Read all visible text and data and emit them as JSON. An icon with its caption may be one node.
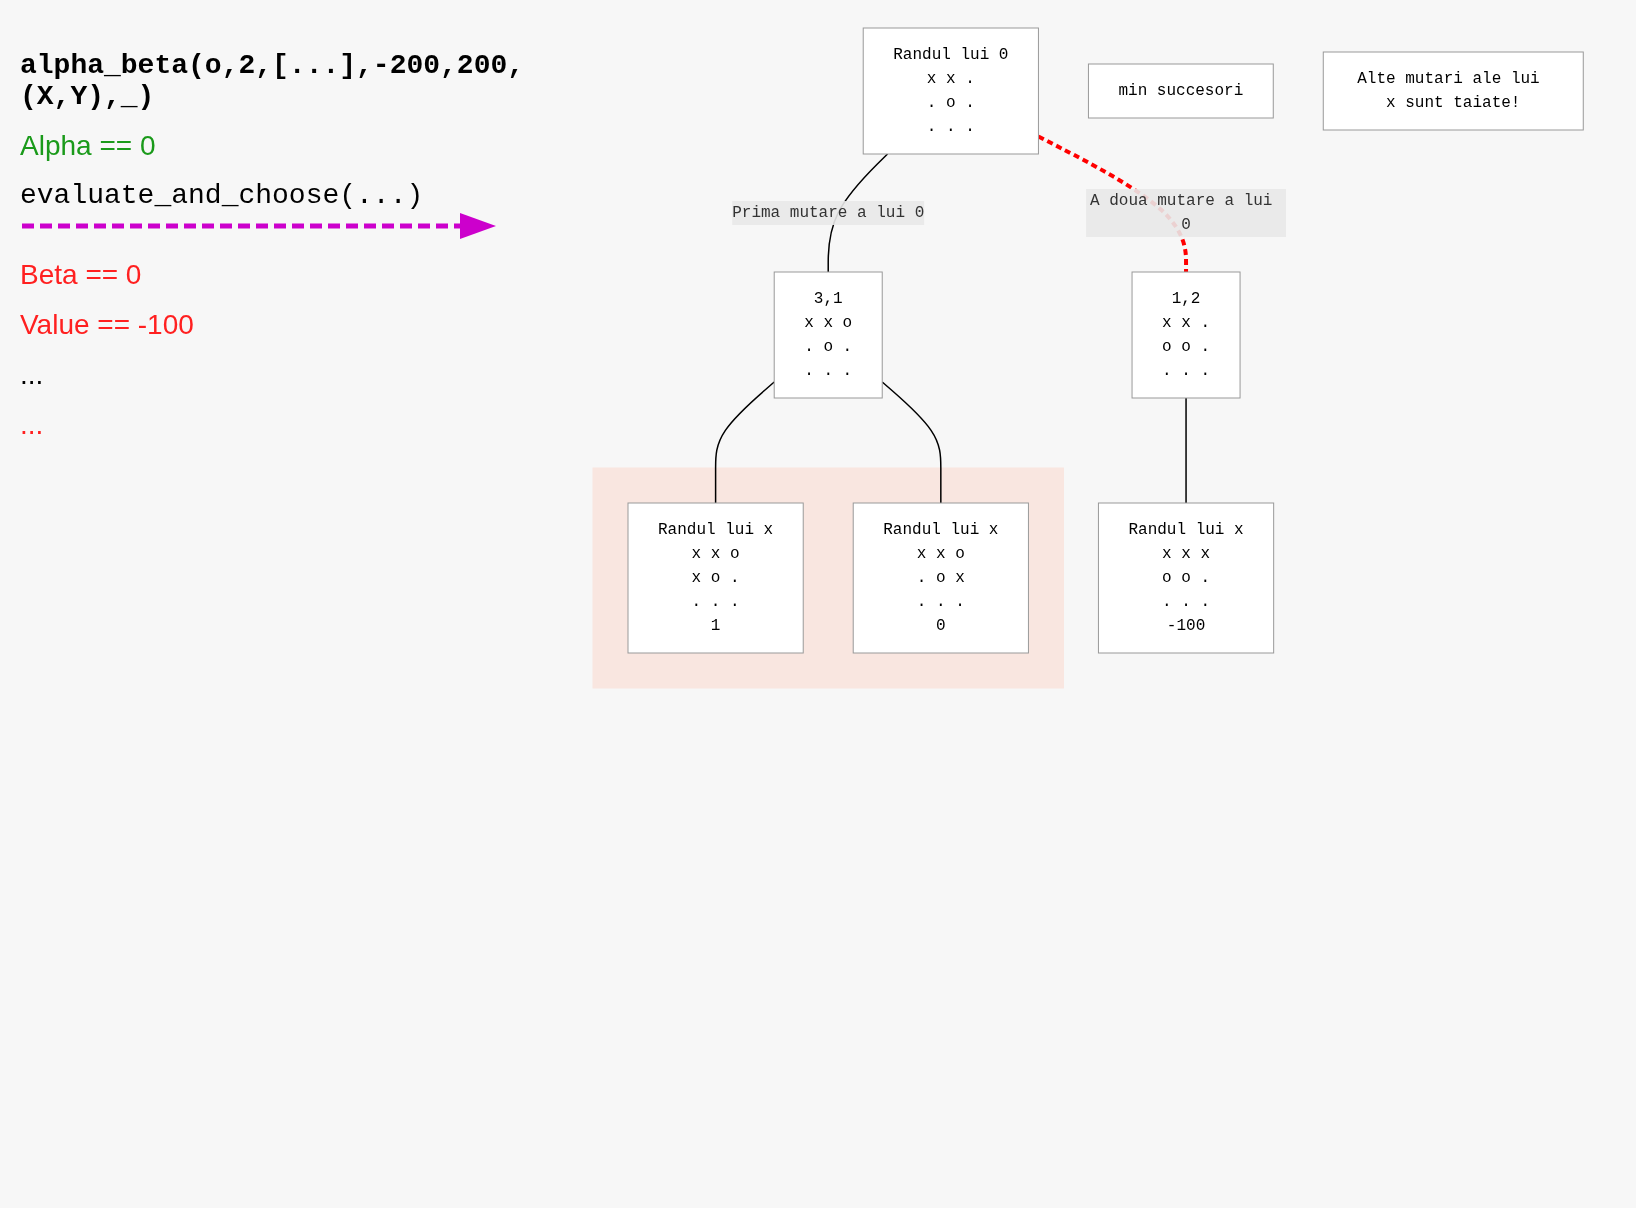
{
  "diagram": {
    "nodes": [
      {
        "text": [
          "Randul lui 0",
          "x x .",
          ". o .",
          ". . ."
        ]
      },
      {
        "text": [
          "3,1",
          "x x o",
          ". o .",
          ". . ."
        ]
      },
      {
        "text": [
          "1,2",
          "x x .",
          "o o .",
          ". . ."
        ]
      },
      {
        "text": [
          "min succesori"
        ]
      },
      {
        "text": [],
        "shape": "box"
      },
      {
        "text": [
          "Randul lui x",
          "x x o",
          "x o .",
          ". . .",
          "1"
        ],
        "in": 4
      },
      {
        "text": [
          "Randul lui x",
          "x x o",
          ". o x",
          ". . .",
          "0"
        ],
        "in": 4
      },
      {
        "text": [
          "Randul lui x",
          "x x x",
          "o o .",
          ". . .",
          "-100"
        ]
      },
      {
        "text": [
          "Alte mutari ale lui x sunt taiate!"
        ]
      }
    ],
    "edges": [
      {
        "from": 0,
        "to": 1,
        "arrow": "none",
        "label": "Prima mutare a lui 0"
      },
      {
        "from": 0,
        "to": 2,
        "arrow": "none",
        "label": "A doua mutare a lui 0",
        "style": "dashed",
        "color": "#ff0000"
      },
      {
        "from": 1,
        "to": 5,
        "arrow": "none"
      },
      {
        "from": 1,
        "to": 6,
        "arrow": "none"
      },
      {
        "from": 2,
        "to": 7,
        "arrow": "none"
      }
    ],
    "labels": [
      "alpha_beta(o,2,[...],-200,200,(X,Y),_)",
      "Alpha == 0",
      "evaluate_and_choose(...)",
      "Beta == 0",
      "Value == -100",
      "...",
      "..."
    ]
  }
}
